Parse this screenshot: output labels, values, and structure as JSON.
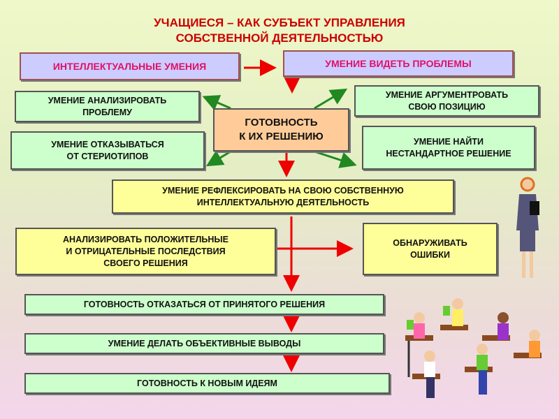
{
  "title": {
    "line1": "УЧАЩИЕСЯ – КАК СУБЪЕКТ УПРАВЛЕНИЯ",
    "line2": "СОБСТВЕННОЙ ДЕЯТЕЛЬНОСТЬЮ"
  },
  "boxes": {
    "intellectual": "ИНТЕЛЛЕКТУАЛЬНЫЕ  УМЕНИЯ",
    "see_problems": "УМЕНИЕ ВИДЕТЬ ПРОБЛЕМЫ",
    "analyze_l1": "УМЕНИЕ  АНАЛИЗИРОВАТЬ",
    "analyze_l2": "ПРОБЛЕМУ",
    "argue_l1": "УМЕНИЕ  АРГУМЕНТРОВАТЬ",
    "argue_l2": "СВОЮ ПОЗИЦИЮ",
    "ready_l1": "ГОТОВНОСТЬ",
    "ready_l2": "К ИХ РЕШЕНИЮ",
    "refuse_l1": "УМЕНИЕ ОТКАЗЫВАТЬСЯ",
    "refuse_l2": "ОТ СТЕРИОТИПОВ",
    "nonstd_l1": "УМЕНИЕ НАЙТИ",
    "nonstd_l2": "НЕСТАНДАРТНОЕ РЕШЕНИЕ",
    "reflect_l1": "УМЕНИЕ РЕФЛЕКСИРОВАТЬ НА СВОЮ СОБСТВЕННУЮ",
    "reflect_l2": "ИНТЕЛЛЕКТУАЛЬНУЮ ДЕЯТЕЛЬНОСТЬ",
    "consequences_l1": "АНАЛИЗИРОВАТЬ ПОЛОЖИТЕЛЬНЫЕ",
    "consequences_l2": "И ОТРИЦАТЕЛЬНЫЕ ПОСЛЕДСТВИЯ",
    "consequences_l3": "СВОЕГО РЕШЕНИЯ",
    "errors_l1": "ОБНАРУЖИВАТЬ",
    "errors_l2": "ОШИБКИ",
    "abandon": "ГОТОВНОСТЬ ОТКАЗАТЬСЯ ОТ ПРИНЯТОГО РЕШЕНИЯ",
    "conclusions": "УМЕНИЕ ДЕЛАТЬ ОБЪЕКТИВНЫЕ ВЫВОДЫ",
    "new_ideas": "ГОТОВНОСТЬ К НОВЫМ ИДЕЯМ"
  },
  "colors": {
    "title": "#cc0000",
    "arrow_red": "#ee0000",
    "arrow_green": "#228822"
  }
}
